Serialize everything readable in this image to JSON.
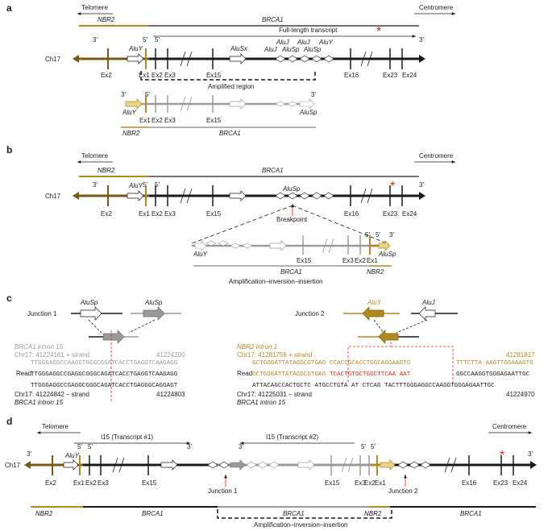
{
  "colors": {
    "black": "#1a1a1a",
    "gold": "#b08a1e",
    "gold_dark": "#7a5a10",
    "gray": "#9a9a9a",
    "red": "#e02020"
  },
  "panel_a": {
    "label": "a",
    "telomere": "Telomere",
    "centromere": "Centromere",
    "gene_nbr2": "NBR2",
    "gene_brca1": "BRCA1",
    "transcript": "Full-length transcript",
    "chrom": "Ch17",
    "three_prime": "3′",
    "five_prime": "5′",
    "alu": {
      "aluy": "AluY",
      "alusx": "AluSx",
      "aluj1": "AluJ",
      "aluj2": "AluJ",
      "aluy2": "AluY",
      "aluj3": "AluJ",
      "alusp1": "AluSp",
      "alusp2": "AluSp"
    },
    "exons": {
      "ex2_nbr2": "Ex2",
      "ex1_nbr2": "Ex1",
      "ex2": "Ex2",
      "ex3": "Ex3",
      "ex15": "Ex15",
      "ex16": "Ex16",
      "ex23": "Ex23",
      "ex24": "Ex24"
    },
    "amplified": "Amplified region",
    "sub_aluy": "AluY",
    "sub_alusp": "AluSp",
    "sub_ex1": "Ex1",
    "sub_ex2": "Ex2",
    "sub_ex3": "Ex3",
    "sub_ex15": "Ex15",
    "sub_nbr2": "NBR2",
    "sub_brca1": "BRCA1"
  },
  "panel_b": {
    "label": "b",
    "telomere": "Telomere",
    "centromere": "Centromere",
    "gene_nbr2": "NBR2",
    "gene_brca1": "BRCA1",
    "chrom": "Ch17",
    "three_prime": "3′",
    "five_prime": "5′",
    "aluy": "AluY",
    "alusp": "AluSp",
    "breakpoint": "Breakpoint",
    "exons": {
      "ex2_nbr2": "Ex2",
      "ex1_nbr2": "Ex1",
      "ex2": "Ex2",
      "ex3": "Ex3",
      "ex15": "Ex15",
      "ex16": "Ex16",
      "ex23": "Ex23",
      "ex24": "Ex24"
    },
    "inv_aluy": "AluY",
    "inv_alusp": "AluSp",
    "inv_ex15": "Ex15",
    "inv_ex3": "Ex3",
    "inv_ex2": "Ex2",
    "inv_ex1": "Ex1",
    "inv_brca1": "BRCA1",
    "inv_nbr2": "NBR2",
    "caption": "Amplification–inversion–insertion"
  },
  "panel_c": {
    "label": "c",
    "junction1": "Junction 1",
    "junction2": "Junction 2",
    "j1_alusp_a": "AluSp",
    "j1_alusp_b": "AluSp",
    "j2_aluy": "AluY",
    "j2_aluj": "AluJ",
    "j1": {
      "gene_top": "BRCA1 intron 15",
      "coord_top": "Chr17: 41224161 + strand",
      "coord_top_end": "41224200",
      "seq_top": "TTGGGAGGCCAAGGTGGGCGGATCACCTGAGGTCAAGAGG",
      "read_label": "Read",
      "seq_read": "TTGGGAGGCCGAGGCGGGCAGATCACCTGAGGTCAAGAGG",
      "seq_bottom": "TTGGGAGGCCGAGGCGGGCAGATCACCTGAGGGCAGGAGT",
      "coord_bottom": "Chr17: 41224842 – strand",
      "coord_bottom_end": "41224803",
      "gene_bottom": "BRCA1 intron 15"
    },
    "j2": {
      "gene_top": "NBR2 intron 1",
      "coord_top": "Chr17: 41281756 + strand",
      "coord_top_end": "41281817",
      "seq_top_a": "GCTGGGATTATAGGCGTGAG",
      "seq_top_b": "CCACCGCACCTGGCAGGAAGTG",
      "seq_top_c": "TTTCTTA AAGTTGGAAAGTG",
      "read_label": "Read",
      "seq_read_a": "GCTGGGATTATAGGCGTGAG",
      "seq_read_b": "TCACTGTGCTGGCTTCAA AAT",
      "seq_read_c": "GGCCAAGGTGGGAGAATTGC",
      "seq_bottom": "ATTACAGCCACTGCTC ATGCCTGTA AT CTCAG TACTTTGGGAGGCCAAGGTGGGAGAATTGC",
      "coord_bottom": "Chr17: 41225031 – strand",
      "coord_bottom_end": "41224970",
      "gene_bottom": "BRCA1 intron 15"
    }
  },
  "panel_d": {
    "label": "d",
    "telomere": "Telomere",
    "centromere": "Centromere",
    "chrom": "Ch17",
    "three_prime": "3′",
    "five_prime": "5′",
    "aluy": "AluY",
    "transcript1": "I15 (Transcript #1)",
    "transcript2": "I15 (Transcript #2)",
    "junction1": "Junction 1",
    "junction2": "Junction 2",
    "exons": {
      "ex2_nbr2": "Ex2",
      "ex1_nbr2": "Ex1",
      "ex2": "Ex2",
      "ex3": "Ex3",
      "ex15": "Ex15",
      "inv_ex15": "Ex15",
      "inv_ex3": "Ex3",
      "inv_ex2": "Ex2",
      "inv_ex1": "Ex1",
      "ex16": "Ex16",
      "ex23": "Ex23",
      "ex24": "Ex24"
    },
    "bar": {
      "nbr2_a": "NBR2",
      "brca1_a": "BRCA1",
      "brca1_b": "BRCA1",
      "nbr2_b": "NBR2",
      "brca1_c": "BRCA1"
    },
    "caption": "Amplification–inversion–insertion"
  }
}
